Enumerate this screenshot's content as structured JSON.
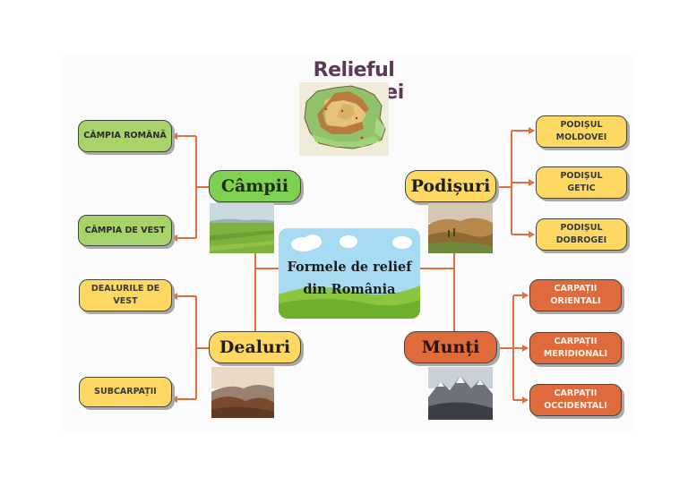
{
  "title": "Relieful României",
  "center": {
    "line1": "Formele de relief",
    "line2": "din România"
  },
  "categories": {
    "campii": {
      "label": "Câmpii",
      "items": [
        "CÂMPIA ROMÂNĂ",
        "CÂMPIA DE VEST"
      ]
    },
    "podisuri": {
      "label": "Podișuri",
      "items": [
        [
          "PODIȘUL",
          "MOLDOVEI"
        ],
        [
          "PODIȘUL",
          "GETIC"
        ],
        [
          "PODIȘUL",
          "DOBROGEI"
        ]
      ]
    },
    "dealuri": {
      "label": "Dealuri",
      "items": [
        [
          "DEALURILE DE",
          "VEST"
        ],
        "SUBCARPAȚII"
      ]
    },
    "munti": {
      "label": "Munți",
      "items": [
        [
          "CARPAȚII",
          "ORIENTALI"
        ],
        [
          "CARPAȚII",
          "MERIDIONALI"
        ],
        [
          "CARPAȚII",
          "OCCIDENTALI"
        ]
      ]
    }
  },
  "colors": {
    "title": "#5a3b55",
    "connector": "#e0713f",
    "campii": "#7fd152",
    "podisuri": "#fdd862",
    "dealuri": "#fdd862",
    "munti": "#df6a3c",
    "leaf_green": "#a7d36a",
    "leaf_yellow": "#fdd862",
    "leaf_orange": "#df6a3c"
  }
}
